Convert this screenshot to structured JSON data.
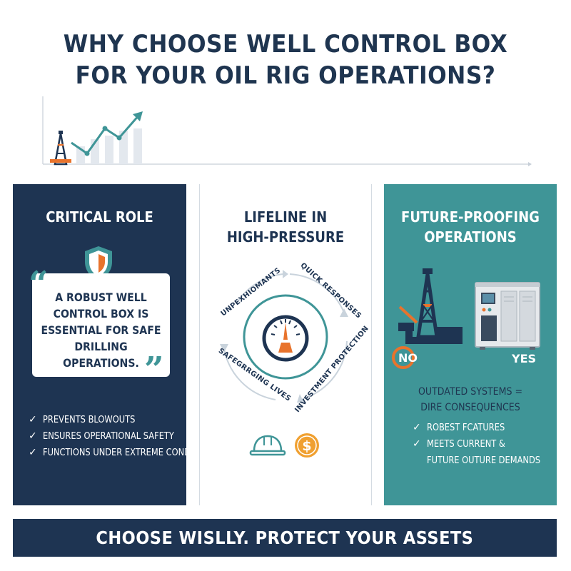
{
  "title": {
    "line1": "WHY CHOOSE WELL CONTROL BOX",
    "line2": "FOR YOUR OIL RIG OPERATIONS?"
  },
  "colors": {
    "navy": "#1e3452",
    "teal": "#3f9597",
    "orange": "#e8732c",
    "gold": "#f0a030"
  },
  "panels": {
    "left": {
      "heading": "CRITICAL ROLE",
      "quote_lines": [
        "A ROBUST WELL",
        "CONTROL BOX IS",
        "ESSENTIAL FOR SAFE",
        "DRILLING OPERATIONS."
      ],
      "items": [
        "PREVENTS BLOWOUTS",
        "ENSURES OPERATIONAL SAFETY",
        "FUNCTIONS UNDER EXTREME CONDITIO"
      ]
    },
    "middle": {
      "heading_line1": "LIFELINE IN",
      "heading_line2": "HIGH-PRESSURE",
      "cycle": {
        "top_left": "UNPEXHIOMANTS",
        "top_right": "QUICK RESPONSES",
        "bottom_left": "SAFEGRRGING LIVES",
        "bottom_right": "INVESTMENT PROTECTION"
      },
      "icons": [
        "hard-hat-icon",
        "dollar-coin-icon"
      ]
    },
    "right": {
      "heading_line1": "FUTURE-PROOFING",
      "heading_line2": "OPERATIONS",
      "no_label": "NO",
      "yes_label": "YES",
      "summary_line1": "OUTDATED SYSTEMS =",
      "summary_line2": "DIRE CONSEQUENCES",
      "items": [
        "ROBEST FCATURES",
        "MEETS CURRENT &",
        "FUTURE OUTURE DEMANDS"
      ]
    }
  },
  "footer": {
    "text": "CHOOSE WISLLY. PROTECT YOUR ASSETS"
  }
}
